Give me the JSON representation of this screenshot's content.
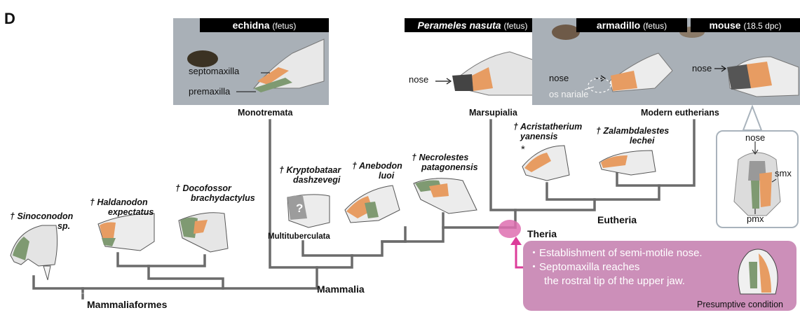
{
  "panel_letter": "D",
  "panels": {
    "echidna": {
      "name": "echidna",
      "note": "(fetus)",
      "label_septomaxilla": "septomaxilla",
      "label_premaxilla": "premaxilla"
    },
    "perameles": {
      "name": "Perameles nasuta",
      "note": "(fetus)",
      "label_nose": "nose"
    },
    "armadillo": {
      "name": "armadillo",
      "note": "(fetus)",
      "label_nose": "nose",
      "label_os_nariale": "os nariale"
    },
    "mouse": {
      "name": "mouse",
      "note": "(18.5 dpc)",
      "label_nose": "nose"
    }
  },
  "groups": {
    "monotremata": "Monotremata",
    "marsupialia": "Marsupialia",
    "modern_eutherians": "Modern eutherians",
    "multituberculata": "Multituberculata"
  },
  "taxa": {
    "sinoconodon": {
      "dagger": "†",
      "line1": "Sinoconodon",
      "line2": "sp."
    },
    "haldanodon": {
      "dagger": "†",
      "line1": "Haldanodon",
      "line2": "expectatus"
    },
    "docofossor": {
      "dagger": "†",
      "line1": "Docofossor",
      "line2": "brachydactylus"
    },
    "kryptobataar": {
      "dagger": "†",
      "line1": "Kryptobataar",
      "line2": "dashzevegi"
    },
    "anebodon": {
      "dagger": "†",
      "line1": "Anebodon",
      "line2": "luoi"
    },
    "necrolestes": {
      "dagger": "†",
      "line1": "Necrolestes",
      "line2": "patagonensis"
    },
    "acristatherium": {
      "dagger": "†",
      "line1": "Acristatherium",
      "line2": "yanensis"
    },
    "zalambdalestes": {
      "dagger": "†",
      "line1": "Zalambdalestes",
      "line2": "lechei"
    }
  },
  "clades": {
    "mammaliaformes": "Mammaliaformes",
    "mammalia": "Mammalia",
    "theria": "Theria",
    "eutheria": "Eutheria"
  },
  "inset": {
    "label_nose": "nose",
    "label_smx": "smx",
    "label_pmx": "pmx"
  },
  "question_mark": "?",
  "asterisk": "*",
  "callout": {
    "line1": "・Establishment of semi-motile nose.",
    "line2": "・Septomaxilla reaches",
    "line3": "the rostral tip of the upper jaw.",
    "caption": "Presumptive condition"
  },
  "colors": {
    "tree": "#6b6b6b",
    "panel_bg": "#a9b0b7",
    "septomaxilla": "#e79c62",
    "premaxilla": "#7f9a72",
    "callout_bg": "#cc8fb9",
    "theria_node": "#de6fb0",
    "arrow": "#dc3c9a"
  }
}
